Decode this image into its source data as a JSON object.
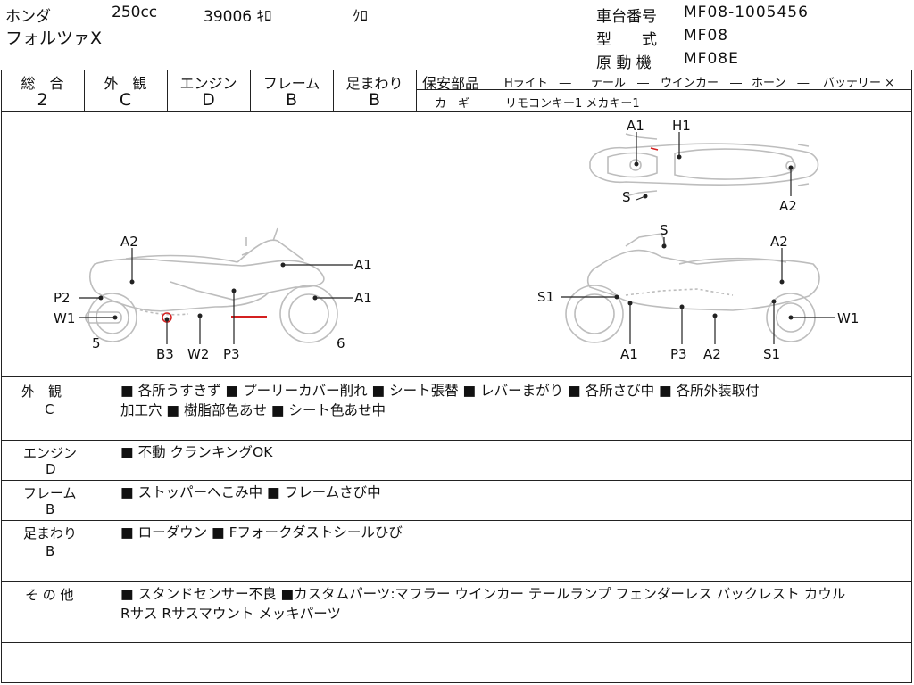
{
  "header": {
    "maker": "ホンダ",
    "displacement": "250cc",
    "mileage": "39006 ｷﾛ",
    "color": "ｸﾛ",
    "model_name": "フォルツァX",
    "chassis_label": "車台番号",
    "chassis_value": "MF08-1005456",
    "type_label": "型　　式",
    "type_value": "MF08",
    "engine_label": "原 動 機",
    "engine_value": "MF08E"
  },
  "grades": [
    {
      "label": "総　合",
      "value": "2"
    },
    {
      "label": "外　観",
      "value": "C"
    },
    {
      "label": "エンジン",
      "value": "D"
    },
    {
      "label": "フレーム",
      "value": "B"
    },
    {
      "label": "足まわり",
      "value": "B"
    }
  ],
  "safety": {
    "label": "保安部品",
    "items": [
      "Hライト　―",
      "テール　―",
      "ウインカー　―",
      "ホーン　―",
      "バッテリー ×"
    ],
    "keys_label": "カ　ギ",
    "keys_value": "リモコンキー1  メカキー1"
  },
  "diagram": {
    "top_view": {
      "labels": [
        "A1",
        "H1",
        "S",
        "A2"
      ]
    },
    "left_view": {
      "labels": [
        "A2",
        "A1",
        "P2",
        "A1",
        "W1",
        "5",
        "6",
        "B3",
        "W2",
        "P3"
      ]
    },
    "right_view": {
      "labels": [
        "S",
        "A2",
        "S1",
        "W1",
        "A1",
        "P3",
        "A2",
        "S1"
      ]
    },
    "damage_color": "#d42020"
  },
  "remarks": [
    {
      "category": "外　観",
      "grade": "C",
      "lines": [
        "■ 各所うすきず ■ プーリーカバー削れ ■ シート張替 ■ レバーまがり ■ 各所さび中 ■ 各所外装取付",
        "加工穴 ■ 樹脂部色あせ ■ シート色あせ中"
      ]
    },
    {
      "category": "エンジン",
      "grade": "D",
      "lines": [
        "■ 不動 クランキングOK"
      ]
    },
    {
      "category": "フレーム",
      "grade": "B",
      "lines": [
        "■ ストッパーへこみ中 ■ フレームさび中"
      ]
    },
    {
      "category": "足まわり",
      "grade": "B",
      "lines": [
        "■ ローダウン ■ Fフォークダストシールひび"
      ]
    },
    {
      "category": "そ の 他",
      "grade": "",
      "lines": [
        "■ スタンドセンサー不良 ■カスタムパーツ:マフラー ウインカー テールランプ フェンダーレス バックレスト カウル",
        "Rサス Rサスマウント メッキパーツ"
      ]
    }
  ]
}
